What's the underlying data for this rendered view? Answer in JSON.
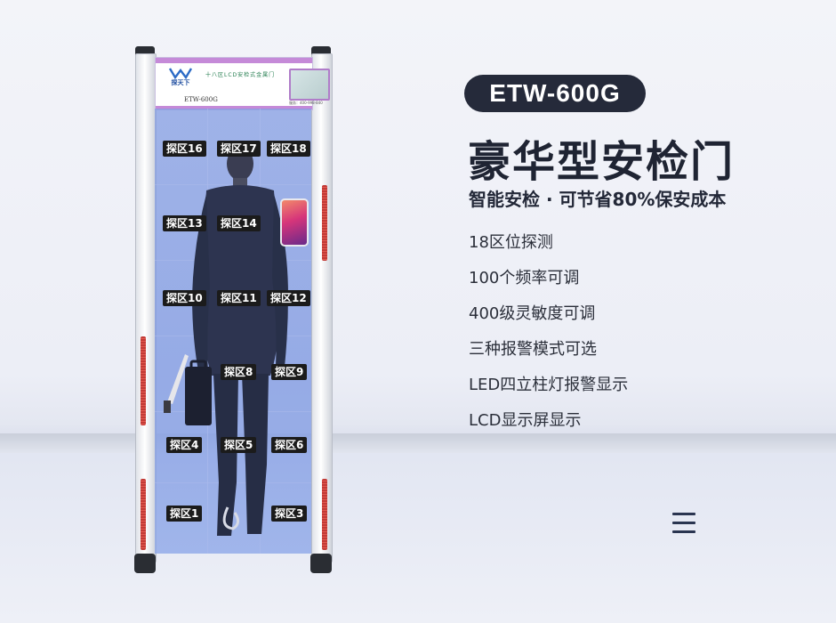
{
  "product": {
    "model": "ETW-600G",
    "headline": "豪华型安检门",
    "subline": "智能安检 · 可节省80%保安成本",
    "features": [
      "18区位探测",
      "100个频率可调",
      "400级灵敏度可调",
      "三种报警模式可选",
      "LED四立柱灯报警显示",
      "LCD显示屏显示"
    ]
  },
  "gate_panel": {
    "brand": "探天下",
    "title": "十八区LCD安检式金属门",
    "model_small": "ETW-600G",
    "hotline": "服务：400-998-840"
  },
  "zones": [
    "探区16",
    "探区17",
    "探区18",
    "探区13",
    "探区14",
    "探区10",
    "探区11",
    "探区12",
    "探区8",
    "探区9",
    "探区4",
    "探区5",
    "探区6",
    "探区1",
    "探区3"
  ],
  "icons": {
    "menu": "hamburger-menu-icon",
    "logo": "brand-logo-icon"
  },
  "colors": {
    "badge_bg": "#252a3a",
    "field_blue": "#849de2",
    "panel_stripe": "#c58ad8",
    "led_red": "#c23a36"
  }
}
